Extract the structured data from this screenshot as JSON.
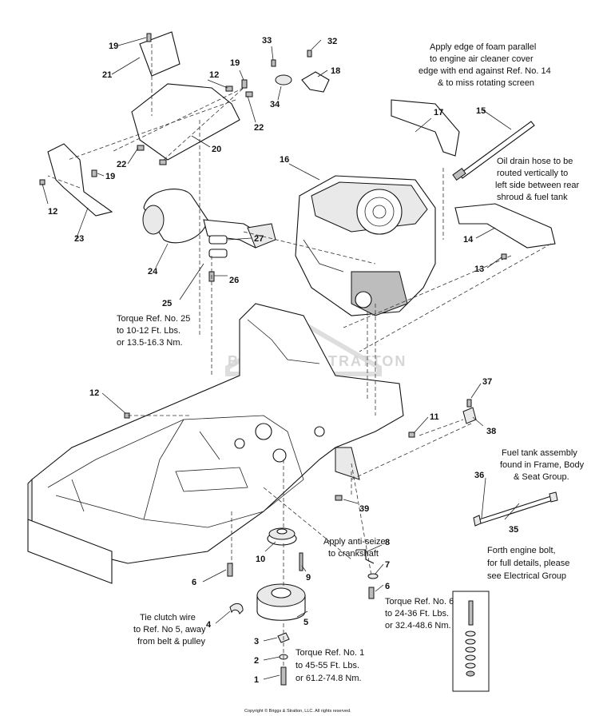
{
  "callouts": {
    "c1": "1",
    "c2": "2",
    "c3": "3",
    "c4": "4",
    "c5": "5",
    "c6a": "6",
    "c6b": "6",
    "c7": "7",
    "c8": "8",
    "c9": "9",
    "c10": "10",
    "c11": "11",
    "c12a": "12",
    "c12b": "12",
    "c12c": "12",
    "c13": "13",
    "c14": "14",
    "c15": "15",
    "c16": "16",
    "c17": "17",
    "c18": "18",
    "c19a": "19",
    "c19b": "19",
    "c19c": "19",
    "c20": "20",
    "c21": "21",
    "c22a": "22",
    "c22b": "22",
    "c23": "23",
    "c24": "24",
    "c25": "25",
    "c26": "26",
    "c27": "27",
    "c32": "32",
    "c33": "33",
    "c34": "34",
    "c35": "35",
    "c36": "36",
    "c37": "37",
    "c38": "38",
    "c39": "39"
  },
  "notes": {
    "foam": [
      "Apply edge of foam parallel",
      "to engine air cleaner cover",
      "edge with end against Ref. No. 14",
      "& to miss rotating screen"
    ],
    "oil_drain": [
      "Oil drain hose to be",
      "routed vertically to",
      "left side between rear",
      "shroud & fuel tank"
    ],
    "torque25": [
      "Torque Ref. No. 25",
      "to 10-12 Ft. Lbs.",
      "or 13.5-16.3 Nm."
    ],
    "fuel_tank": [
      "Fuel tank assembly",
      "found in Frame, Body",
      "& Seat Group."
    ],
    "anti_seize": [
      "Apply anti-seize",
      "to crankshaft"
    ],
    "forth_bolt": [
      "Forth engine bolt,",
      "for full details, please",
      "see Electrical Group"
    ],
    "tie_clutch": [
      "Tie clutch wire",
      "to Ref. No 5, away",
      "from belt & pulley"
    ],
    "torque6": [
      "Torque Ref. No. 6",
      "to 24-36 Ft. Lbs.",
      "or 32.4-48.6 Nm."
    ],
    "torque1": [
      "Torque Ref. No. 1",
      "to 45-55 Ft. Lbs.",
      "or 61.2-74.8 Nm."
    ]
  },
  "watermark": "BRIGGS & STRATTON",
  "copyright": "Copyright © Briggs & Stratton, LLC. All rights reserved."
}
